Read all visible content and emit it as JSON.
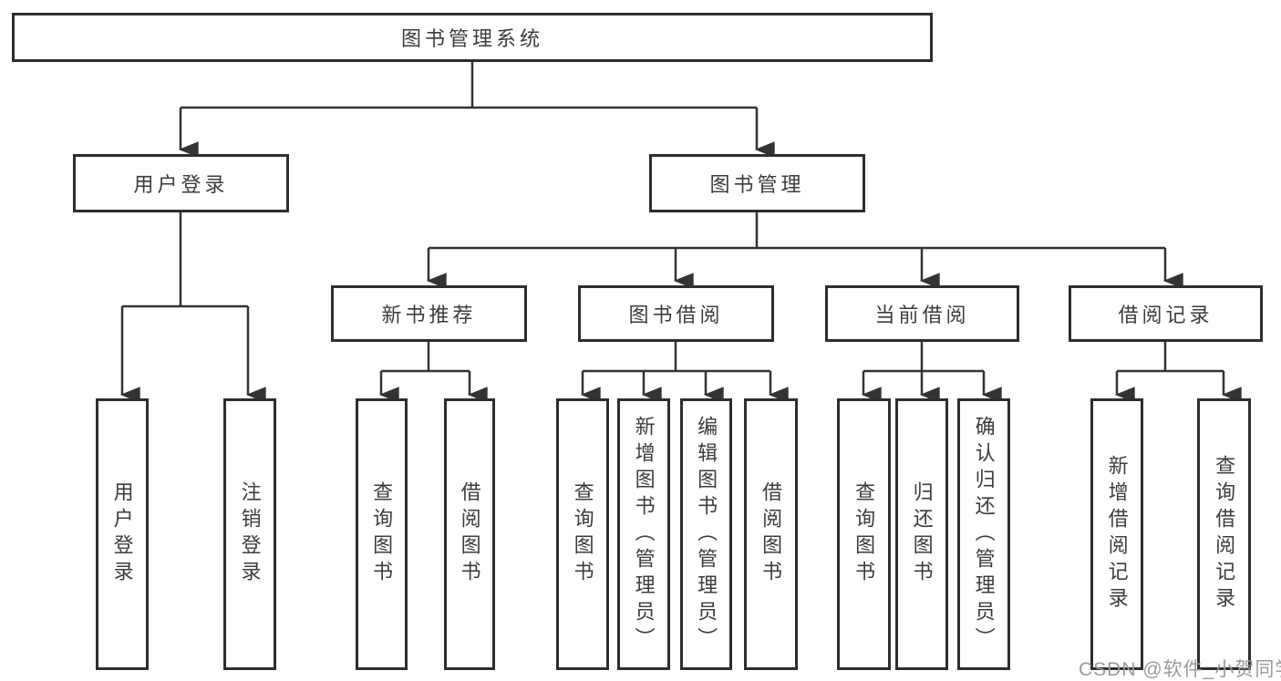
{
  "diagram": {
    "title": "图书管理系统",
    "branches": [
      {
        "label": "用户登录",
        "children": [
          {
            "label": "用户登录"
          },
          {
            "label": "注销登录"
          }
        ]
      },
      {
        "label": "图书管理",
        "children": [
          {
            "label": "新书推荐",
            "children": [
              {
                "label": "查询图书"
              },
              {
                "label": "借阅图书"
              }
            ]
          },
          {
            "label": "图书借阅",
            "children": [
              {
                "label": "查询图书"
              },
              {
                "label": "新增图书（管理员）"
              },
              {
                "label": "编辑图书（管理员）"
              },
              {
                "label": "借阅图书"
              }
            ]
          },
          {
            "label": "当前借阅",
            "children": [
              {
                "label": "查询图书"
              },
              {
                "label": "归还图书"
              },
              {
                "label": "确认归还（管理员）"
              }
            ]
          },
          {
            "label": "借阅记录",
            "children": [
              {
                "label": "新增借阅记录"
              },
              {
                "label": "查询借阅记录"
              }
            ]
          }
        ]
      }
    ]
  },
  "watermark": {
    "text": "CSDN @软件_小贺同学"
  },
  "colors": {
    "line": "#333333",
    "box_border": "#2e2e2e",
    "text": "#3c3c3c",
    "watermark": "#9a9a9a",
    "background": "#ffffff"
  }
}
